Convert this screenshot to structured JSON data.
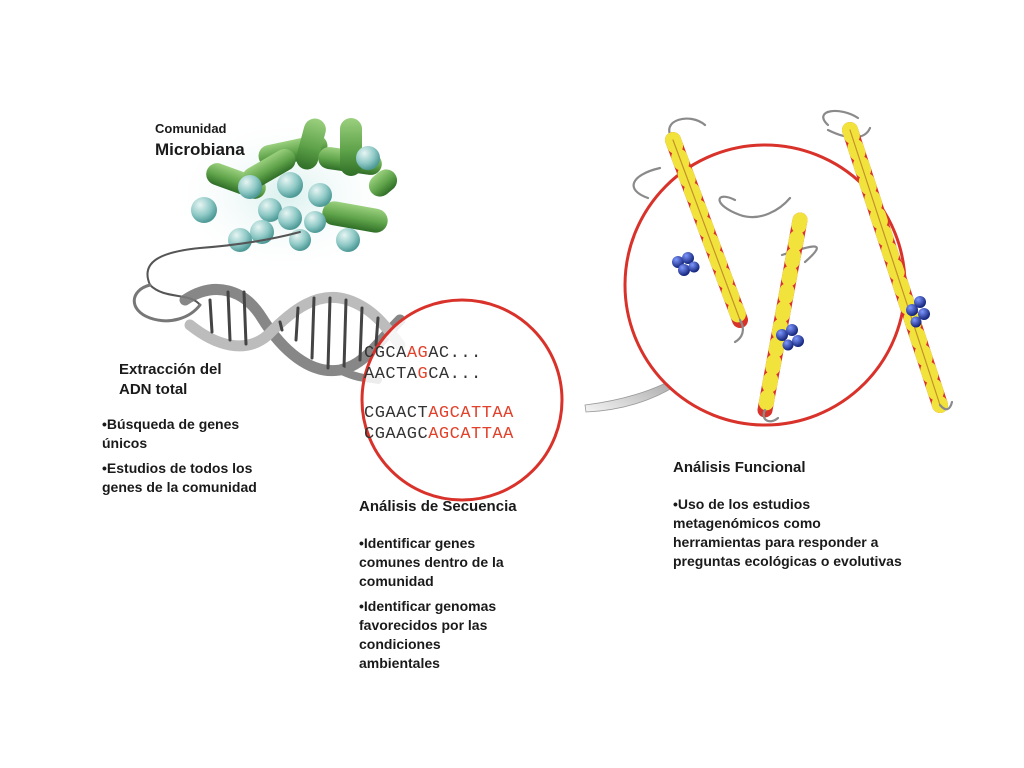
{
  "community": {
    "label_small": "Comunidad",
    "label_large": "Microbiana"
  },
  "extraction": {
    "heading_l1": "Extracción del",
    "heading_l2": "ADN total",
    "bullets": [
      {
        "l1": "•Búsqueda de genes",
        "l2": "únicos"
      },
      {
        "l1": "•Estudios de todos los",
        "l2": "genes de la comunidad"
      }
    ]
  },
  "sequence": {
    "heading": "Análisis  de Secuencia",
    "lines": [
      {
        "pre": "CGCA",
        "hl": "AG",
        "post": "AC..."
      },
      {
        "pre": "AACTA",
        "hl": "G",
        "post": "CA..."
      },
      {
        "pre": "CGAACT",
        "hl": "AGCATTAA",
        "post": ""
      },
      {
        "pre": "CGAAGC",
        "hl": "AGCATTAA",
        "post": ""
      }
    ],
    "bullets": [
      {
        "l1": "•Identificar genes",
        "l2": "comunes dentro de la",
        "l3": "comunidad"
      },
      {
        "l1": "•Identificar genomas",
        "l2": "favorecidos por las",
        "l3": "condiciones",
        "l4": "ambientales"
      }
    ]
  },
  "functional": {
    "heading": "Análisis  Funcional",
    "bullet": {
      "l1": "•Uso de los estudios",
      "l2": "metagenómicos como",
      "l3": "herramientas para responder a",
      "l4": "preguntas  ecológicas o evolutivas"
    }
  },
  "colors": {
    "circle": "#d9322a",
    "bacteria_rod": "#5fa34a",
    "bacteria_sphere": "#8fc9c6",
    "helix_red": "#d8332a",
    "helix_yellow": "#f2e33c",
    "atom_blue": "#1f3fb8",
    "highlight_text": "#e2412b"
  }
}
